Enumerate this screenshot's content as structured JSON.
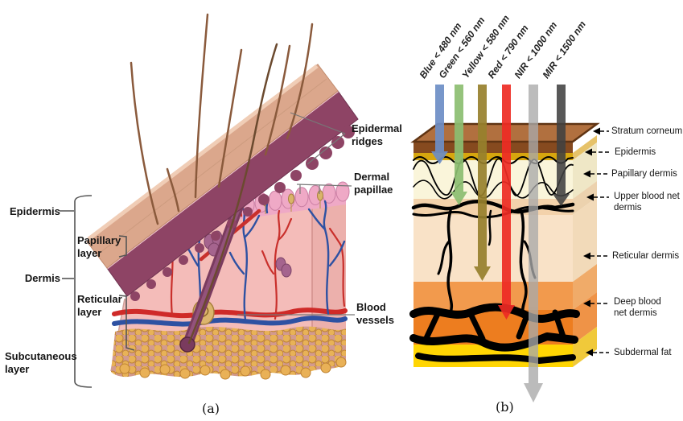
{
  "figure": {
    "caption_a": "(a)",
    "caption_b": "(b)"
  },
  "panel_a": {
    "labels": {
      "epidermis": "Epidermis",
      "papillary_layer": "Papillary\nlayer",
      "dermis": "Dermis",
      "reticular_layer": "Reticular\nlayer",
      "subcutaneous_layer": "Subcutaneous\nlayer",
      "epidermal_ridges": "Epidermal\nridges",
      "dermal_papillae": "Dermal\npapillae",
      "blood_vessels": "Blood\nvessels"
    }
  },
  "panel_b": {
    "wavelengths": [
      {
        "label": "Blue < 480 nm",
        "color": "#6d8ec6"
      },
      {
        "label": "Green < 560 nm",
        "color": "#8cbe71"
      },
      {
        "label": "Yellow < 580 nm",
        "color": "#97802d"
      },
      {
        "label": "Red < 790 nm",
        "color": "#ee2b24"
      },
      {
        "label": "NIR < 1000 nm",
        "color": "#a9a9a9"
      },
      {
        "label": "MIR < 1500 nm",
        "color": "#414141"
      }
    ],
    "layers": [
      {
        "label": "Stratum corneum",
        "color": "#864a1f"
      },
      {
        "label": "Epidermis",
        "color": "#d7a60e"
      },
      {
        "label": "Papillary dermis",
        "color": "#faf5da"
      },
      {
        "label": "Upper blood net\ndermis",
        "color": "#f3d2ab"
      },
      {
        "label": "Reticular dermis",
        "color": "#f9e2c7"
      },
      {
        "label": "Deep blood\nnet dermis",
        "color": "#ed7d1f"
      },
      {
        "label": "Subdermal fat",
        "color": "#ffd503"
      }
    ]
  }
}
